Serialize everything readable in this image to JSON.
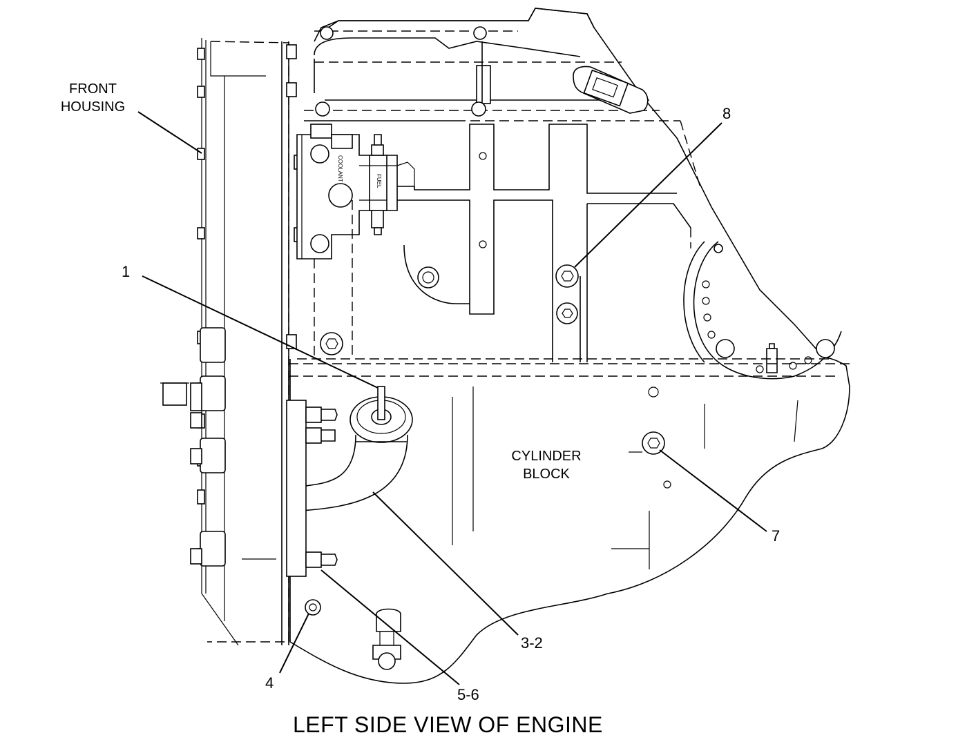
{
  "labels": {
    "front_housing": [
      "FRONT",
      "HOUSING"
    ],
    "cylinder_block": [
      "CYLINDER",
      "BLOCK"
    ],
    "coolant": "COOLANT",
    "fuel": "FUEL"
  },
  "callouts": {
    "c1": "1",
    "c3_2": "3-2",
    "c4": "4",
    "c5_6": "5-6",
    "c7": "7",
    "c8": "8"
  },
  "caption": "LEFT SIDE VIEW OF ENGINE"
}
